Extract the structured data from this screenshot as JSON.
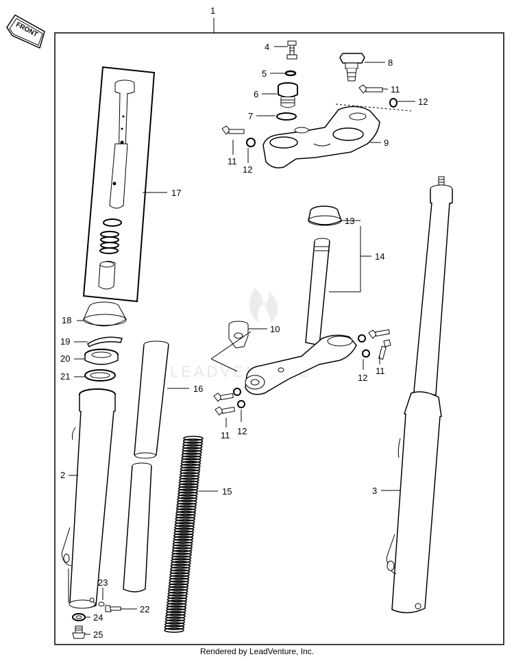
{
  "header": {
    "callout_main": "1"
  },
  "front_badge": {
    "label": "FRONT"
  },
  "watermark": {
    "text": "LEADVENTURE"
  },
  "callouts": {
    "c2": "2",
    "c3": "3",
    "c4": "4",
    "c5": "5",
    "c6": "6",
    "c7": "7",
    "c8": "8",
    "c9": "9",
    "c10": "10",
    "c11a": "11",
    "c11b": "11",
    "c11c": "11",
    "c11d": "11",
    "c12a": "12",
    "c12b": "12",
    "c12c": "12",
    "c12d": "12",
    "c13": "13",
    "c14": "14",
    "c15": "15",
    "c16": "16",
    "c17": "17",
    "c18": "18",
    "c19": "19",
    "c20": "20",
    "c21": "21",
    "c22": "22",
    "c23": "23",
    "c24": "24",
    "c25": "25"
  },
  "footer": {
    "text": "Rendered by LeadVenture, Inc."
  }
}
